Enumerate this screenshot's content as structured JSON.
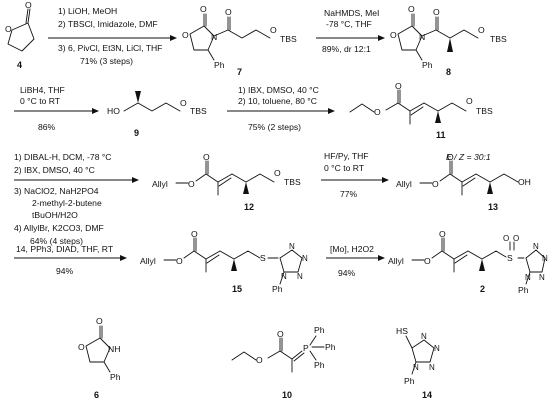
{
  "compounds": {
    "c4": "4",
    "c7": "7",
    "c8": "8",
    "c9": "9",
    "c11": "11",
    "c12": "12",
    "c13": "13",
    "c15": "15",
    "c2": "2",
    "c6": "6",
    "c10": "10",
    "c14": "14"
  },
  "atoms": {
    "O": "O",
    "N": "N",
    "NH": "NH",
    "HO": "HO",
    "OH": "OH",
    "OTBS": "O",
    "TBS": "TBS",
    "Ph": "Ph",
    "Allyl": "Allyl",
    "S": "S",
    "HS": "HS",
    "P": "P",
    "NN": "N"
  },
  "steps": {
    "s1": [
      "1) LiOH, MeOH",
      "2) TBSCl, Imidazole, DMF",
      "3) 6, PivCl, Et3N, LiCl, THF",
      "71% (3 steps)"
    ],
    "s2": [
      "NaHMDS, MeI",
      "-78 °C, THF",
      "89%, dr 12:1"
    ],
    "s3": [
      "LiBH4, THF",
      "0 °C to RT",
      "86%"
    ],
    "s4": [
      "1) IBX, DMSO, 40 °C",
      "2) 10, toluene, 80 °C",
      "75% (2 steps)"
    ],
    "s4b": "E / Z = 30:1",
    "s5": [
      "1) DIBAL-H, DCM, -78 °C",
      "2) IBX, DMSO, 40 °C",
      "3) NaClO2, NaH2PO4",
      "2-methyl-2-butene",
      "tBuOH/H2O",
      "4) AllylBr, K2CO3, DMF",
      "64% (4 steps)"
    ],
    "s6": [
      "HF/Py, THF",
      "0 °C to RT",
      "77%"
    ],
    "s7": [
      "14, PPh3, DIAD, THF, RT",
      "94%"
    ],
    "s8": [
      "[Mo], H2O2",
      "94%"
    ]
  }
}
